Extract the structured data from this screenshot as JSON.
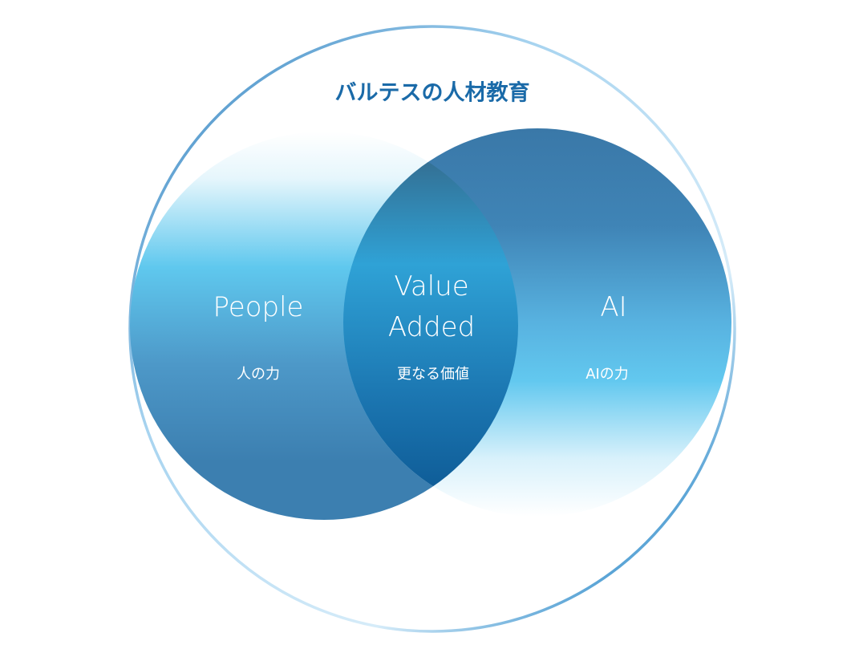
{
  "title": "バルテスの人材教育",
  "people": {
    "label": "People",
    "sub": "人の力"
  },
  "value_added": {
    "line1": "Value",
    "line2": "Added",
    "sub": "更なる価値"
  },
  "ai": {
    "label": "AI",
    "sub": "AIの力"
  },
  "colors": {
    "title": "#1a6aa8",
    "ring": "#3a8bc4",
    "deep": "#0d5a94",
    "cyan": "#5fc8ee"
  }
}
